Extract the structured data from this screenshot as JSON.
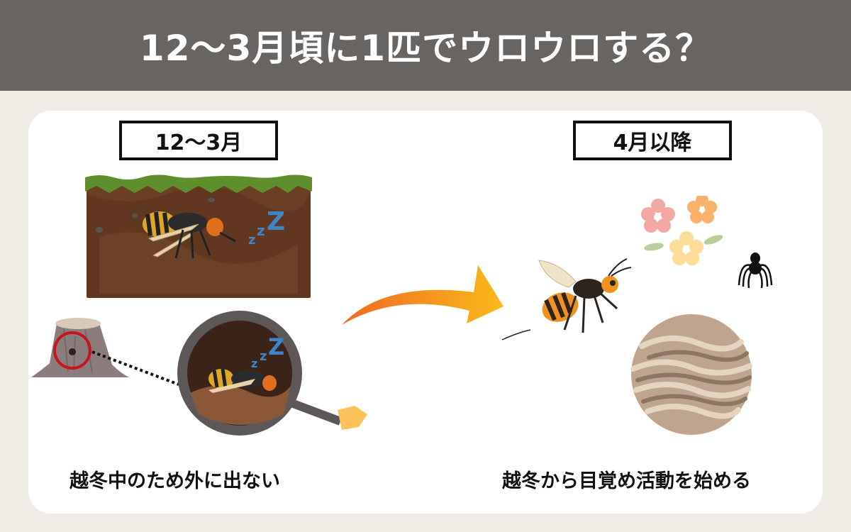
{
  "header": {
    "title": "12〜3月頃に1匹でウロウロする？"
  },
  "panels": {
    "left": {
      "label": "12〜3月",
      "caption": "越冬中のため外に出ない",
      "sleep_text": "zzZ"
    },
    "right": {
      "label": "4月以降",
      "caption": "越冬から目覚め活動を始める"
    }
  },
  "colors": {
    "header_bg": "#686462",
    "page_bg": "#efebe5",
    "arrow_start": "#ef6a22",
    "arrow_end": "#fbb91a",
    "highlight_circle": "#c4161c",
    "zzz_blue": "#3a86c8"
  }
}
